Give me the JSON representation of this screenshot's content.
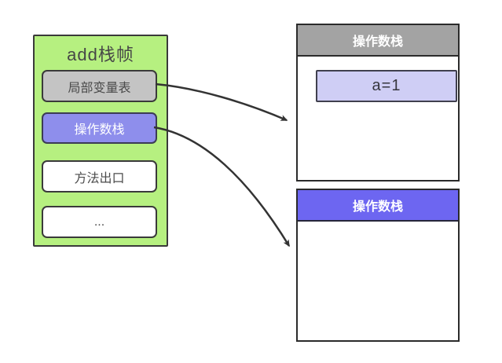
{
  "frame": {
    "title": "add栈帧",
    "items": [
      {
        "label": "局部变量表"
      },
      {
        "label": "操作数栈"
      },
      {
        "label": "方法出口"
      },
      {
        "label": "..."
      }
    ]
  },
  "top_stack": {
    "header": "操作数栈",
    "entry": "a=1"
  },
  "bottom_stack": {
    "header": "操作数栈"
  },
  "colors": {
    "frame_fill": "#b6f080",
    "local_vars_fill": "#c4c4c4",
    "operand_item_fill": "#8e8eec",
    "top_header_fill": "#a3a3a3",
    "bottom_header_fill": "#6d66f1",
    "entry_fill": "#cfcef5",
    "border": "#3a3a3a",
    "arrow": "#333333"
  }
}
